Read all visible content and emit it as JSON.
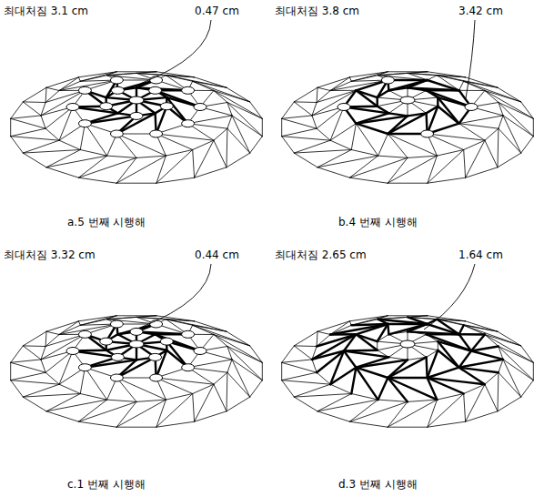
{
  "diagram": {
    "labels": [
      "최대처짐 3.1 cm",
      "0.47 cm",
      "최대처짐 3.8 cm",
      "3.42 cm",
      "a.5 번째 시행해",
      "b.4 번째 시행해",
      "최대처짐 3.32 cm",
      "0.44 cm",
      "최대처짐 2.65 cm",
      "1.64 cm",
      "c.1 번째 시행해",
      "d.3 번째 시행해"
    ]
  }
}
